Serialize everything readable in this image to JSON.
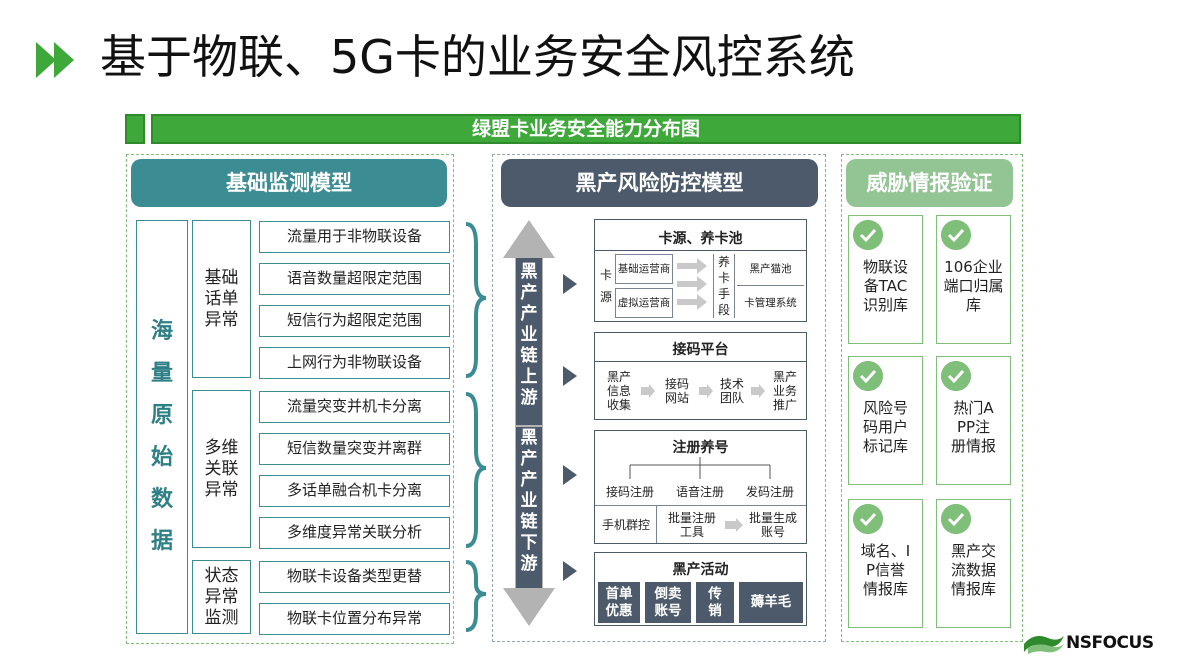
{
  "title": "基于物联、5G卡的业务安全风控系统",
  "banner": "绿盟卡业务安全能力分布图",
  "colors": {
    "green": "#3ea83a",
    "teal": "#3b8c93",
    "slate": "#4c5a6b",
    "light_green": "#93c493"
  },
  "col1": {
    "header": "基础监测模型",
    "raw_label": "海量原始数据",
    "groups": [
      {
        "label": "基础话单异常",
        "items": [
          "流量用于非物联设备",
          "语音数量超限定范围",
          "短信行为超限定范围",
          "上网行为非物联设备"
        ]
      },
      {
        "label": "多维关联异常",
        "items": [
          "流量突变并机卡分离",
          "短信数量突变并离群",
          "多话单融合机卡分离",
          "多维度异常关联分析"
        ]
      },
      {
        "label": "状态异常监测",
        "items": [
          "物联卡设备类型更替",
          "物联卡位置分布异常"
        ]
      }
    ]
  },
  "col2": {
    "header": "黑产风险防控模型",
    "arrow_up_label": "黑产产业链上游",
    "arrow_down_label": "黑产产业链下游",
    "box1": {
      "title": "卡源、养卡池",
      "left_label": "卡源",
      "sources": [
        "基础运营商",
        "虚拟运营商"
      ],
      "mid_label": "养卡手段",
      "targets": [
        "黑产猫池",
        "卡管理系统"
      ]
    },
    "box2": {
      "title": "接码平台",
      "steps": [
        "黑产信息收集",
        "接码网站",
        "技术团队",
        "黑产业务推广"
      ]
    },
    "box3": {
      "title": "注册养号",
      "branches": [
        "接码注册",
        "语音注册",
        "发码注册"
      ],
      "flow": [
        "手机群控",
        "批量注册工具",
        "批量生成账号"
      ]
    },
    "box4": {
      "title": "黑产活动",
      "items": [
        "首单优惠",
        "倒卖账号",
        "传销",
        "薅羊毛"
      ]
    }
  },
  "col3": {
    "header": "威胁情报验证",
    "cards": [
      "物联设备TAC识别库",
      "106企业端口归属库",
      "风险号码用户标记库",
      "热门APP注册情报",
      "域名、IP信誉情报库",
      "黑产交流数据情报库"
    ]
  },
  "logo": {
    "text": "NSFOCUS",
    "icon": "nsfocus-logo-icon"
  }
}
